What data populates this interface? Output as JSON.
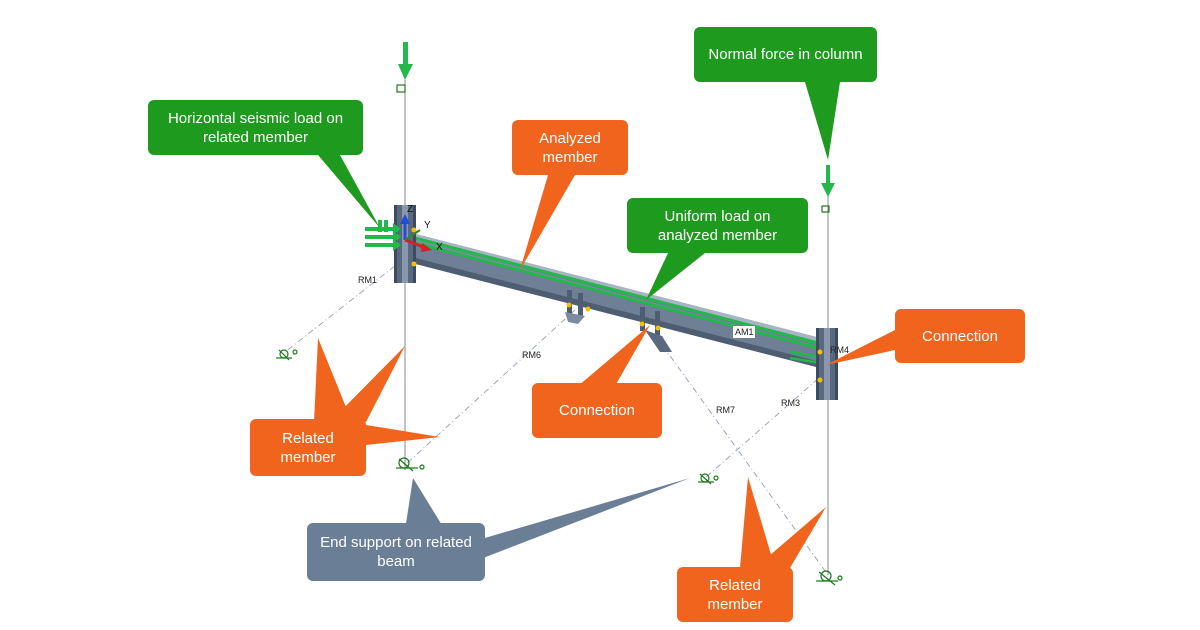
{
  "callouts": {
    "seismic": "Horizontal seismic load on related member",
    "normal_force": "Normal force in column",
    "analyzed": "Analyzed member",
    "uniform": "Uniform load  on analyzed member",
    "connection_right": "Connection",
    "connection_mid": "Connection",
    "related_left": "Related member",
    "related_right": "Related member",
    "end_support": "End support on related beam"
  },
  "member_labels": {
    "rm1": "RM1",
    "rm6": "RM6",
    "rm7": "RM7",
    "rm3": "RM3",
    "rm4": "RM4",
    "am1": "AM1"
  },
  "axes": {
    "x": "X",
    "y": "Y",
    "z": "Z"
  },
  "colors": {
    "callout_green": "#1e9a1e",
    "callout_orange": "#f0641e",
    "callout_slate": "#6a7f96",
    "beam_steel": "#6e7f96",
    "load_green": "#22b84a"
  }
}
